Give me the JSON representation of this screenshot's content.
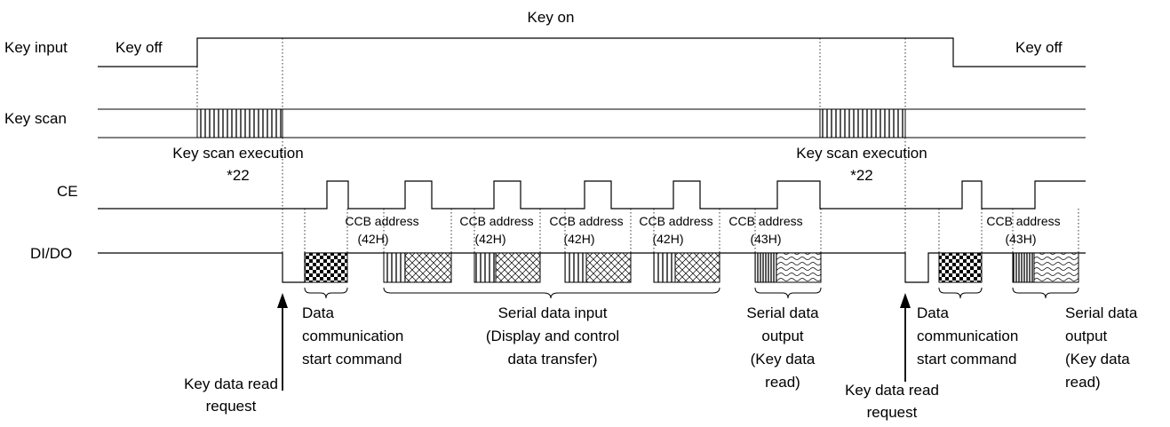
{
  "signals": {
    "key_input": "Key input",
    "key_scan": "Key scan",
    "ce": "CE",
    "di_do": "DI/DO"
  },
  "key_input_states": {
    "key_off_left": "Key off",
    "key_on": "Key on",
    "key_off_right": "Key off"
  },
  "key_scan_labels": {
    "execution_1": "Key scan execution",
    "note_1": "*22",
    "execution_2": "Key scan execution",
    "note_2": "*22"
  },
  "ccb_addresses": [
    {
      "line1": "CCB address",
      "line2": "(42H)"
    },
    {
      "line1": "CCB address",
      "line2": "(42H)"
    },
    {
      "line1": "CCB address",
      "line2": "(42H)"
    },
    {
      "line1": "CCB address",
      "line2": "(42H)"
    },
    {
      "line1": "CCB address",
      "line2": "(43H)"
    },
    {
      "line1": "CCB address",
      "line2": "(43H)"
    }
  ],
  "annotations": {
    "key_data_read_request_1": {
      "line1": "Key data read",
      "line2": "request"
    },
    "data_comm_start_1": {
      "line1": "Data",
      "line2": "communication",
      "line3": "start command"
    },
    "serial_input": {
      "line1": "Serial data input",
      "line2": "(Display and control",
      "line3": "data transfer)"
    },
    "serial_output_1": {
      "line1": "Serial data",
      "line2": "output",
      "line3": "(Key data",
      "line4": "read)"
    },
    "key_data_read_request_2": {
      "line1": "Key data read",
      "line2": "request"
    },
    "data_comm_start_2": {
      "line1": "Data",
      "line2": "communication",
      "line3": "start command"
    },
    "serial_output_2": {
      "line1": "Serial data",
      "line2": "output",
      "line3": "(Key data",
      "line4": "read)"
    }
  }
}
